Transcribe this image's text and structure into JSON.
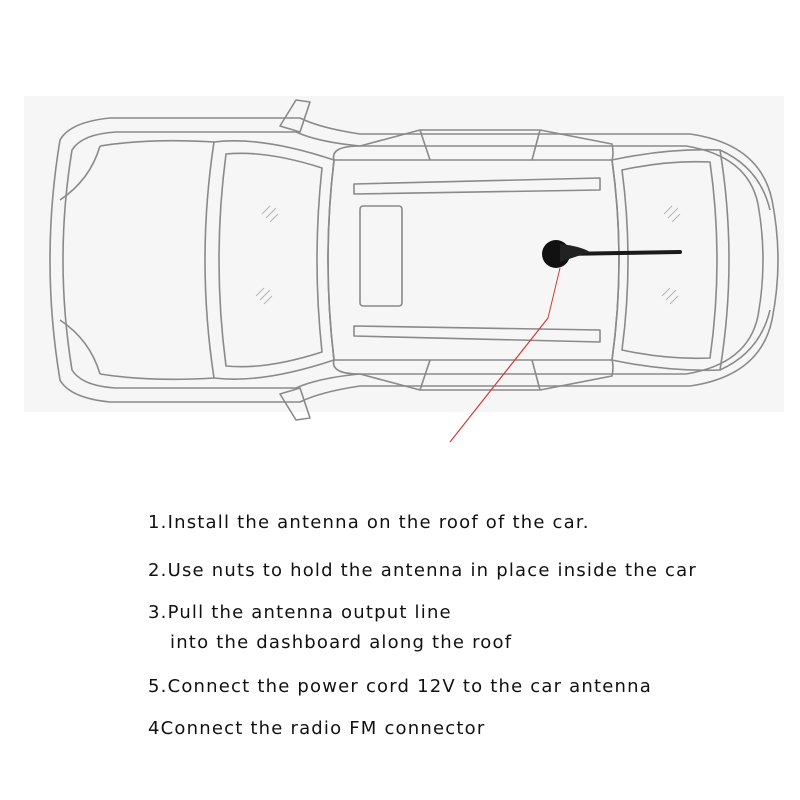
{
  "diagram": {
    "stroke_color": "#8a8a8a",
    "antenna_color": "#1a1a1a",
    "guide_line_color": "#d23a3a",
    "panel_color": "#f6f6f6"
  },
  "steps": [
    {
      "number": "1.",
      "text": "Install the antenna on the roof of the car."
    },
    {
      "number": "2.",
      "text": "Use nuts to hold the antenna in place inside the car"
    },
    {
      "number": "3.",
      "text": "Pull the antenna output line",
      "continuation": "into the dashboard along the roof"
    },
    {
      "number": "5.",
      "text": "Connect the power cord 12V to the car antenna"
    },
    {
      "number": "4",
      "text": "Connect the radio FM connector"
    }
  ]
}
